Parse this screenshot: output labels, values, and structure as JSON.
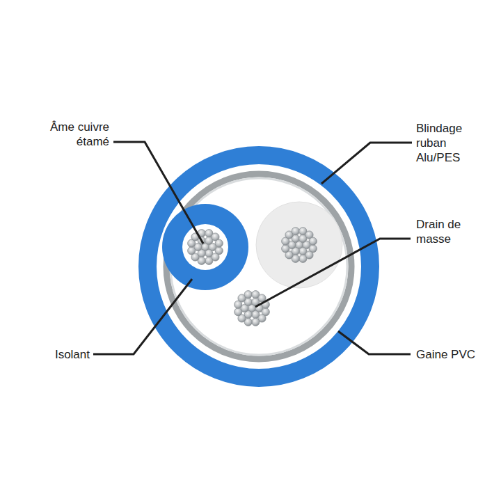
{
  "diagram": {
    "labels": [
      "Âme cuivre étamé",
      "Blindage ruban Alu/PES",
      "Drain de masse",
      "Isolant",
      "Gaine PVC"
    ]
  }
}
